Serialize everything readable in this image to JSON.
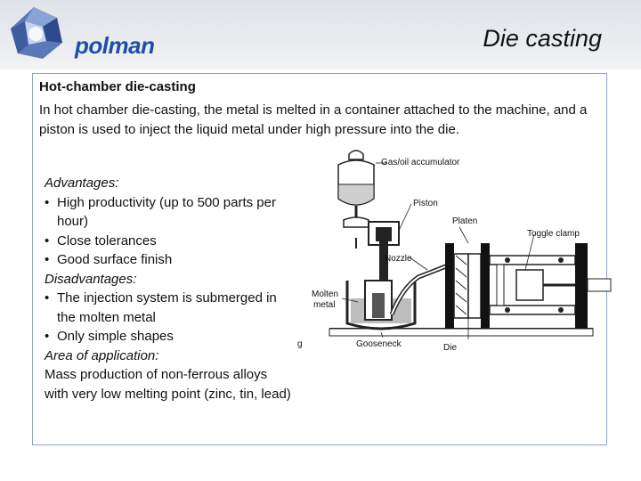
{
  "header": {
    "logo_text": "polman",
    "title": "Die casting"
  },
  "content": {
    "heading": "Hot-chamber die-casting",
    "intro": "In hot chamber die-casting, the metal is melted in a container attached to the machine, and a piston is used to inject the liquid metal under high pressure into the die.",
    "advantages_label": "Advantages:",
    "advantages": [
      "High productivity (up to 500 parts per hour)",
      "Close tolerances",
      "Good surface finish"
    ],
    "disadvantages_label": "Disadvantages:",
    "disadvantages": [
      "The injection system is submerged in the molten metal",
      "Only simple shapes"
    ],
    "application_label": "Area of application:",
    "application_text": "Mass production of non-ferrous alloys with very low melting point (zinc, tin, lead)"
  },
  "figure": {
    "labels": {
      "accumulator": "Gas/oil accumulator",
      "piston": "Piston",
      "platen": "Platen",
      "toggle": "Toggle clamp",
      "nozzle": "Nozzle",
      "molten1": "Molten",
      "molten2": "metal",
      "gooseneck": "Gooseneck",
      "die": "Die",
      "stray": "g"
    }
  },
  "colors": {
    "logo_blue": "#1f4ea8",
    "box_border": "#8fa4c4"
  }
}
